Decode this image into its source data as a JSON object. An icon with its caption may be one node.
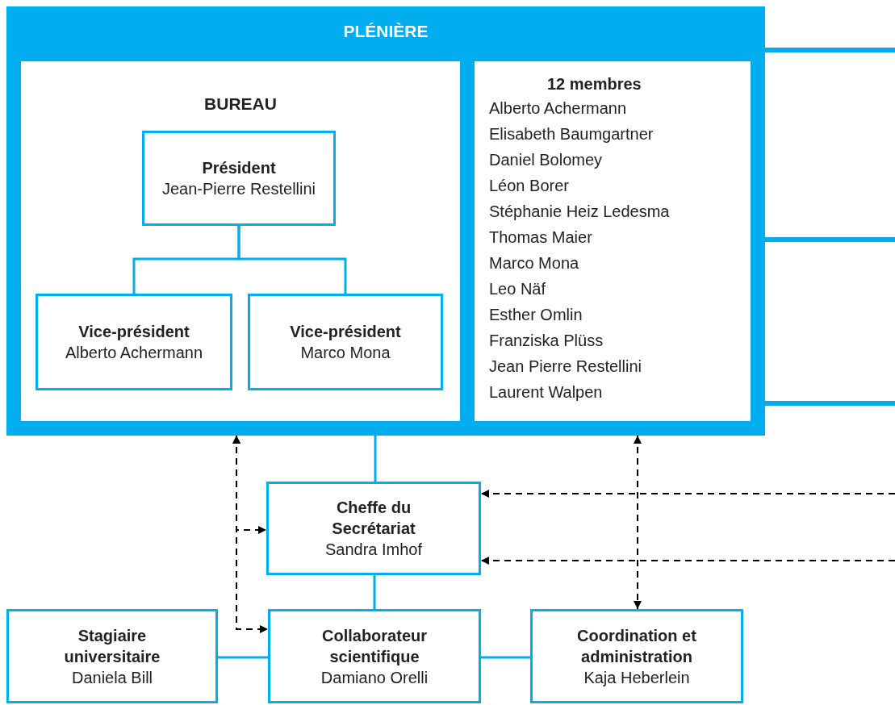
{
  "diagram": {
    "nodes": [
      {
        "text": [
          "PLÉNIÈRE"
        ]
      },
      {
        "text": [
          "BUREAU"
        ],
        "in": 0
      },
      {
        "text": [
          "Président",
          "Jean-Pierre Restellini"
        ],
        "in": 1
      },
      {
        "text": [
          "Vice-président",
          "Alberto Achermann"
        ],
        "in": 1
      },
      {
        "text": [
          "Vice-président",
          "Marco Mona"
        ],
        "in": 1
      },
      {
        "text": [
          "12 membres",
          "Alberto Achermann",
          "Elisabeth Baumgartner",
          "Daniel Bolomey",
          "Léon Borer",
          "Stéphanie Heiz Ledesma",
          "Thomas Maier",
          "Marco Mona",
          "Leo Näf",
          "Esther Omlin",
          "Franziska Plüss",
          "Jean Pierre Restellini",
          "Laurent Walpen"
        ],
        "in": 0
      },
      {
        "text": [
          "Cheffe du Secrétariat",
          "Sandra Imhof"
        ]
      },
      {
        "text": [
          "Stagiaire universitaire",
          "Daniela Bill"
        ]
      },
      {
        "text": [
          "Collaborateur scientifique",
          "Damiano Orelli"
        ]
      },
      {
        "text": [
          "Coordination et administration",
          "Kaja Heberlein"
        ]
      }
    ],
    "edges": [
      {
        "from": 0,
        "to": 6,
        "arrow": "both",
        "style": "dashed",
        "color": "#000000"
      },
      {
        "from": 0,
        "to": 8,
        "arrow": "both",
        "style": "dashed",
        "color": "#000000"
      },
      {
        "from": 0,
        "to": 9,
        "arrow": "both",
        "style": "dashed",
        "color": "#000000"
      },
      {
        "from": null,
        "to": 6,
        "arrow": "to",
        "style": "dashed",
        "color": "#000000"
      },
      {
        "from": null,
        "to": 6,
        "arrow": "to",
        "style": "dashed",
        "color": "#000000"
      },
      {
        "from": 0,
        "to": 6,
        "arrow": "none"
      },
      {
        "from": 2,
        "to": 3,
        "arrow": "none"
      },
      {
        "from": 2,
        "to": 4,
        "arrow": "none"
      },
      {
        "from": 6,
        "to": 8,
        "arrow": "none"
      },
      {
        "from": 7,
        "to": 8,
        "arrow": "none"
      },
      {
        "from": 8,
        "to": 9,
        "arrow": "none"
      },
      {
        "from": 0,
        "to": null,
        "arrow": "none",
        "style": "thick"
      },
      {
        "from": 0,
        "to": null,
        "arrow": "none",
        "style": "thick"
      },
      {
        "from": 0,
        "to": null,
        "arrow": "none",
        "style": "thick"
      }
    ]
  }
}
